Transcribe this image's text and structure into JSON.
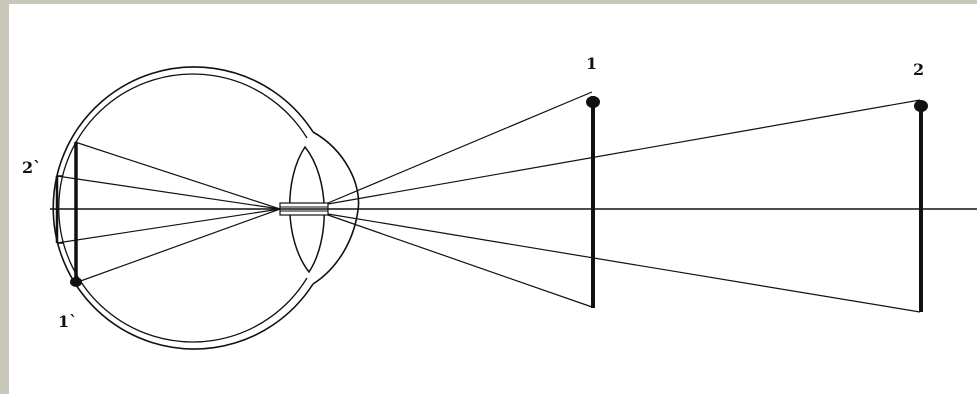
{
  "colors": {
    "frame": "#c9c6ba",
    "ink": "#111111",
    "background": "#ffffff"
  },
  "labels": {
    "object_1": "1",
    "object_2": "2",
    "image_2": "2`",
    "image_1": "1`"
  }
}
